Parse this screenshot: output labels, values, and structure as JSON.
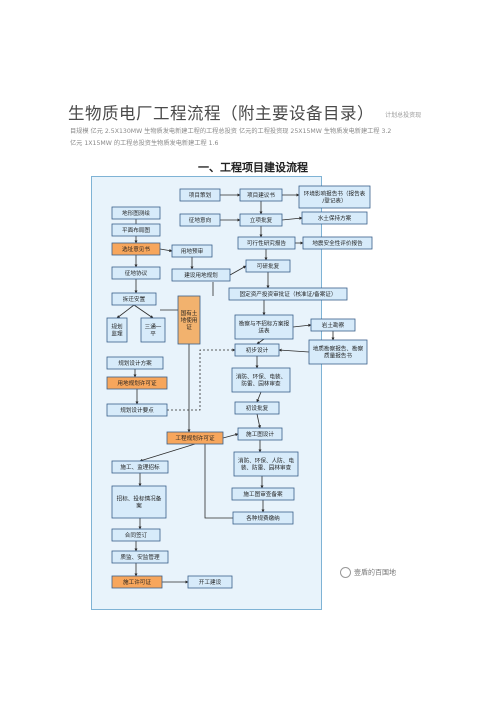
{
  "document": {
    "title": "生物质电厂工程流程（附主要设备目录）",
    "title_aside": "计划总投资现",
    "intro_lines": [
      "目规模   亿元 2.5X130MW 生物质发电新建工程的工程总投资   亿元的工程投资现 25X15MW 生物质发电新建工程 3.2",
      "亿元 1X15MW 的工程总投资生物质发电新建工程 1.6"
    ],
    "section_heading": "一、工程项目建设流程",
    "watermark": "壹盾的百国地"
  },
  "flow": {
    "nodes": {
      "project_plan": "项目策划",
      "project_proposal": "项目建议书",
      "env_report": "环境影响报告书（报告表/登记表）",
      "site_survey": "地形图测绘",
      "site_intent": "征地意向",
      "project_approval": "立项批复",
      "soil_water": "水土保持方案",
      "plan_layout": "平面布局图",
      "site_opinion": "选址意见书",
      "land_pre": "用地预审",
      "feasibility": "可行性研究报告",
      "geo_safety": "地震安全性评价报告",
      "land_agreement": "征地协议",
      "land_approval": "建设用地规划",
      "feasibility_approval": "可研批复",
      "relocation": "拆迁安置",
      "state_land": "国有土地使用证",
      "fixed_asset": "固定资产投资审批证（核准证/备案证）",
      "planning": "规划监理",
      "three_one": "三通一平",
      "bidding": "勘察与不招标方案报送表",
      "geotech": "岩土勘察",
      "plan_design": "规划设计方案",
      "prelim_design": "初步设计",
      "geo_report": "地质勘察报告、勘察质量报告书",
      "land_permit": "用地规划许可证",
      "fire_env": "消防、环保、电装、防雷、园林审查",
      "plan_points": "规划设计要点",
      "prelim_approval": "初设批复",
      "construction_design": "施工图设计",
      "eng_permit": "工程规划许可证",
      "fire_env2": "消防、环保、人防、电装、防雷、园林审查",
      "supervision": "施工、监理招标",
      "tender": "招标、投标情况备案",
      "drawing_filing": "施工图审查备案",
      "contract": "合同签订",
      "permits": "各种规费缴纳",
      "quality": "质监、安监管理",
      "build_permit": "施工许可证",
      "start": "开工建设"
    },
    "colors": {
      "box_fill": "#d7ebfa",
      "highlight_fill": "#f7a65c",
      "permit_fill": "#f2b26e",
      "frame_fill": "#e8f3fb",
      "line": "#2b2b2b"
    }
  }
}
